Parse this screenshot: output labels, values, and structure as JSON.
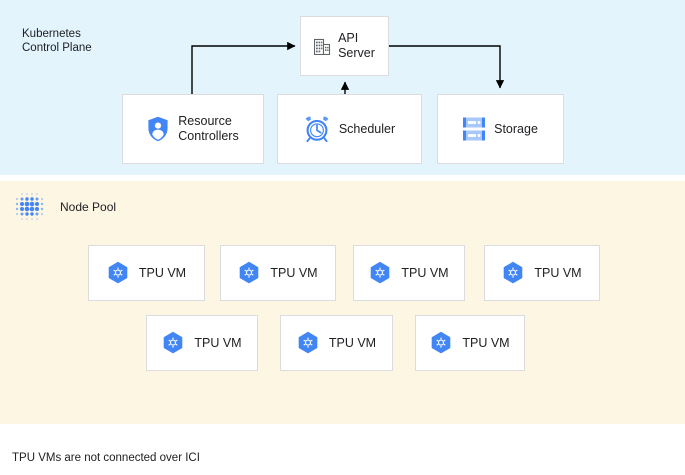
{
  "control_plane": {
    "label": "Kubernetes\nControl Plane",
    "background_color": "#e3f4fd",
    "nodes": {
      "api_server": {
        "label": "API\nServer",
        "icon": "building-icon",
        "icon_color": "#5f6368"
      },
      "resource_controllers": {
        "label": "Resource\nControllers",
        "icon": "shield-user-icon",
        "icon_color": "#4285f4"
      },
      "scheduler": {
        "label": "Scheduler",
        "icon": "alarm-clock-icon",
        "icon_color": "#4285f4"
      },
      "storage": {
        "label": "Storage",
        "icon": "server-rack-icon",
        "icon_color": "#4285f4"
      }
    },
    "connections": [
      {
        "from": "resource_controllers",
        "to": "api_server",
        "direction": "right"
      },
      {
        "from": "scheduler",
        "to": "api_server",
        "direction": "up"
      },
      {
        "from": "api_server",
        "to": "storage",
        "direction": "down"
      }
    ],
    "connector_color": "#000000"
  },
  "node_pool": {
    "label": "Node Pool",
    "background_color": "#fdf6e3",
    "icon": "dot-grid-icon",
    "icon_color": "#4285f4",
    "vm_icon": "hexagon-gear-icon",
    "vm_icon_color": "#4285f4",
    "rows": [
      {
        "vms": [
          {
            "label": "TPU VM"
          },
          {
            "label": "TPU VM"
          },
          {
            "label": "TPU VM"
          },
          {
            "label": "TPU VM"
          }
        ]
      },
      {
        "vms": [
          {
            "label": "TPU VM"
          },
          {
            "label": "TPU VM"
          },
          {
            "label": "TPU VM"
          }
        ]
      }
    ]
  },
  "caption": "TPU VMs are not connected over ICI"
}
